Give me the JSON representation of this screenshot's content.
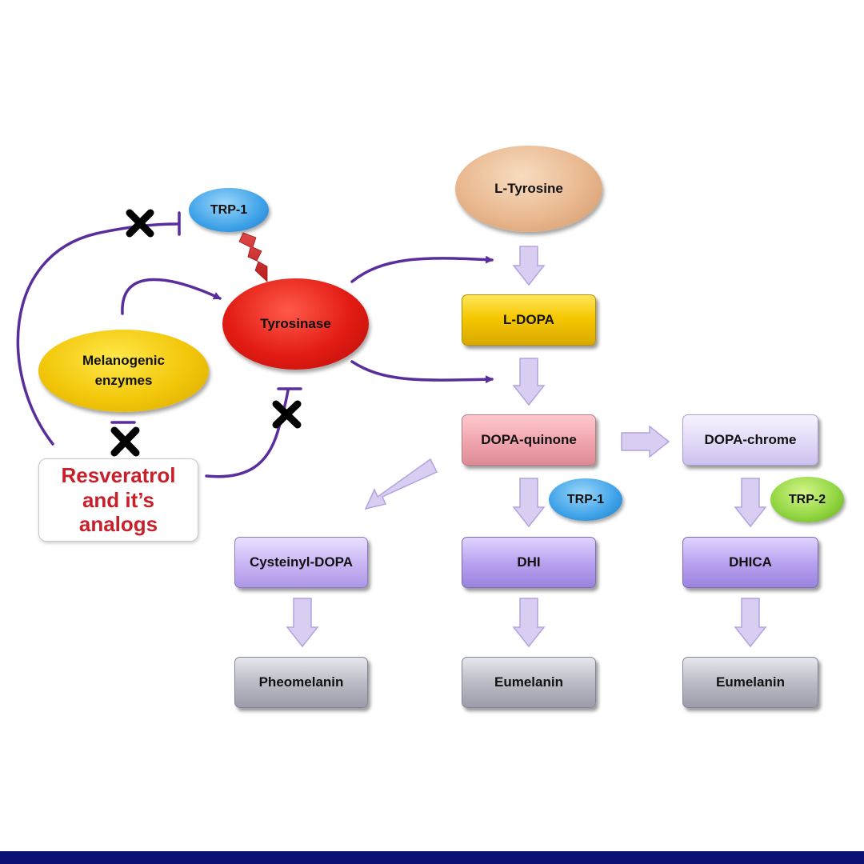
{
  "nodes": {
    "l_tyrosine": "L-Tyrosine",
    "trp1_top": "TRP-1",
    "tyrosinase": "Tyrosinase",
    "melanogenic_enzymes": [
      "Melanogenic",
      "enzymes"
    ],
    "resveratrol": [
      "Resveratrol",
      "and it’s",
      "analogs"
    ],
    "l_dopa": "L-DOPA",
    "dopa_quinone": "DOPA-quinone",
    "dopa_chrome": "DOPA-chrome",
    "trp1_mid": "TRP-1",
    "trp2": "TRP-2",
    "cysteinyl_dopa": "Cysteinyl-DOPA",
    "dhi": "DHI",
    "dhica": "DHICA",
    "pheomelanin": "Pheomelanin",
    "eumelanin_1": "Eumelanin",
    "eumelanin_2": "Eumelanin"
  },
  "colors": {
    "connector": "#5a2d9c",
    "block_arrow_fill": "#d9cdf2",
    "block_arrow_stroke": "#b3a3df",
    "inhibition_mark": "#000000",
    "resveratrol_text": "#c8202b",
    "bottom_bar": "#0c0f73"
  },
  "icons": [
    "cross-mark-icon",
    "lightning-icon"
  ]
}
